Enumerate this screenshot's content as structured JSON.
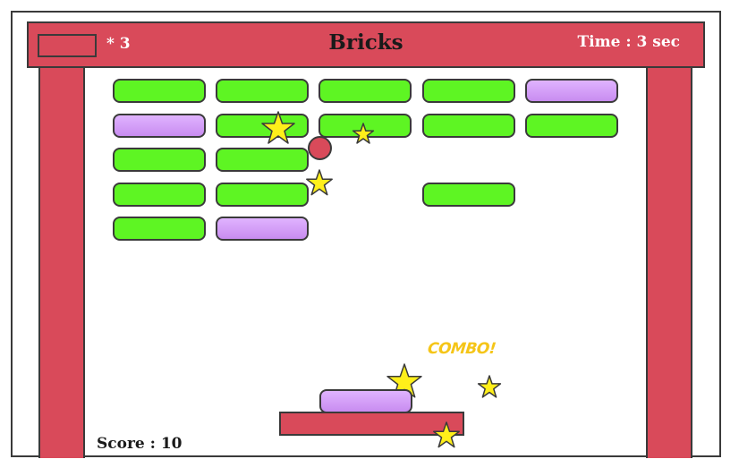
{
  "header": {
    "lives_label": "* 3",
    "title": "Bricks",
    "timer_label": "Time : 3 sec"
  },
  "game": {
    "combo_label": "COMBO!",
    "score_label": "Score : 10",
    "bricks": [
      {
        "row": 0,
        "col": 0,
        "type": "green"
      },
      {
        "row": 0,
        "col": 1,
        "type": "green"
      },
      {
        "row": 0,
        "col": 2,
        "type": "green"
      },
      {
        "row": 0,
        "col": 3,
        "type": "green"
      },
      {
        "row": 0,
        "col": 4,
        "type": "purple"
      },
      {
        "row": 1,
        "col": 0,
        "type": "purple"
      },
      {
        "row": 1,
        "col": 1,
        "type": "green"
      },
      {
        "row": 1,
        "col": 2,
        "type": "green"
      },
      {
        "row": 1,
        "col": 3,
        "type": "green"
      },
      {
        "row": 1,
        "col": 4,
        "type": "green"
      },
      {
        "row": 2,
        "col": 0,
        "type": "green"
      },
      {
        "row": 2,
        "col": 1,
        "type": "green"
      },
      {
        "row": 3,
        "col": 0,
        "type": "green"
      },
      {
        "row": 3,
        "col": 1,
        "type": "green"
      },
      {
        "row": 3,
        "col": 3,
        "type": "green"
      },
      {
        "row": 4,
        "col": 0,
        "type": "green"
      },
      {
        "row": 4,
        "col": 1,
        "type": "purple"
      }
    ]
  },
  "colors": {
    "frame_red": "#d94a5a",
    "brick_green": "#5ef523",
    "brick_purple": "#d4a0f8",
    "star_yellow": "#ffef1a",
    "combo_gold": "#f5c518"
  }
}
